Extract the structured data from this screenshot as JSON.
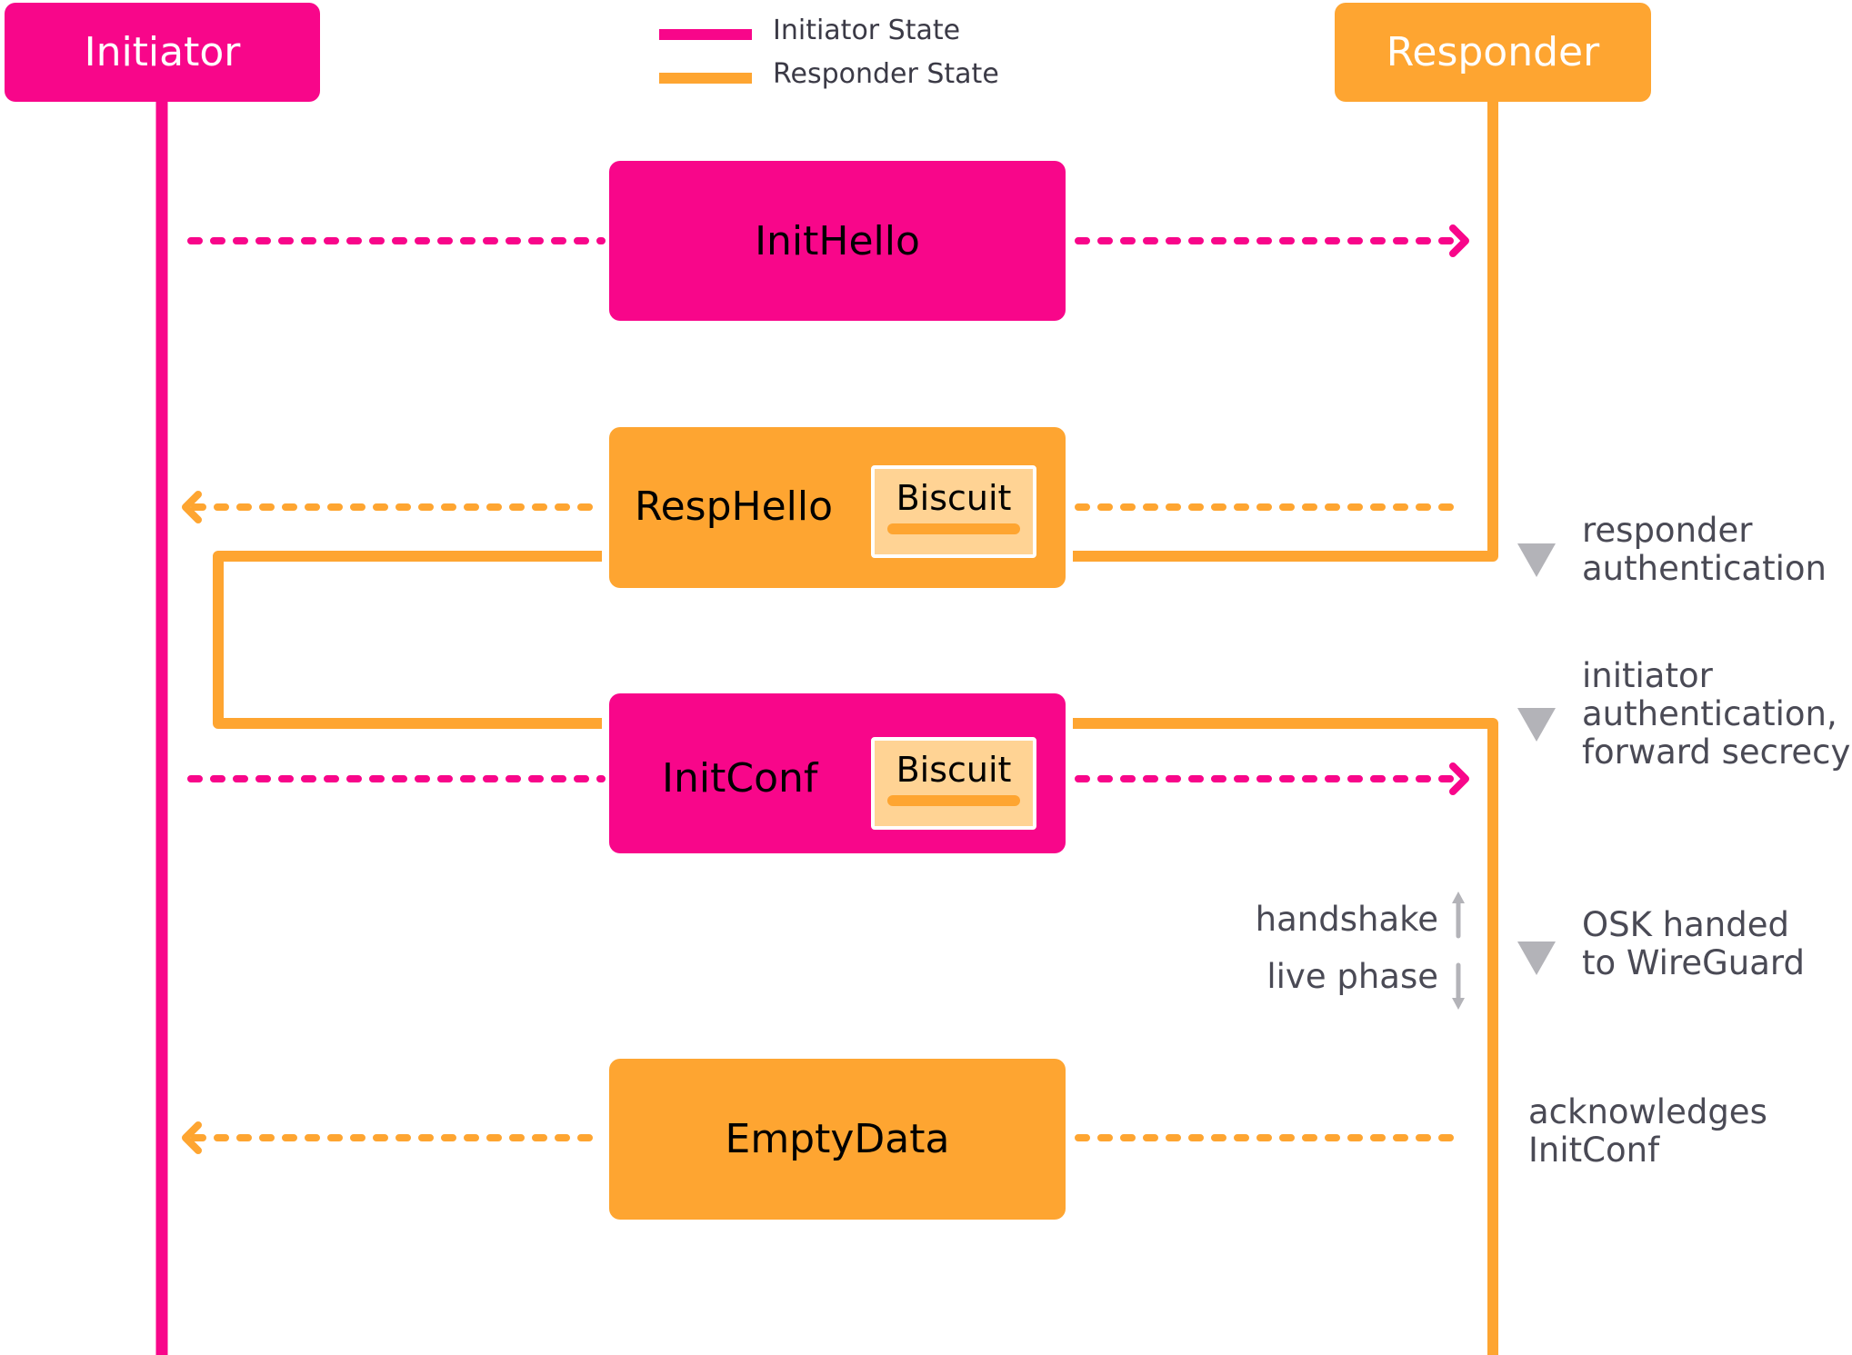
{
  "colors": {
    "initiator": "#f8068a",
    "responder": "#fea531",
    "biscuit_fill": "#ffd394",
    "note_marker": "#b3b3b8",
    "text_dark": "#3b3a46"
  },
  "actors": {
    "initiator": {
      "label": "Initiator"
    },
    "responder": {
      "label": "Responder"
    }
  },
  "legend": [
    {
      "label": "Initiator State",
      "color_key": "initiator"
    },
    {
      "label": "Responder State",
      "color_key": "responder"
    }
  ],
  "messages": [
    {
      "label": "InitHello",
      "from": "initiator",
      "to": "responder",
      "has_biscuit": false
    },
    {
      "label": "RespHello",
      "from": "responder",
      "to": "initiator",
      "has_biscuit": true,
      "biscuit_label": "Biscuit"
    },
    {
      "label": "InitConf",
      "from": "initiator",
      "to": "responder",
      "has_biscuit": true,
      "biscuit_label": "Biscuit"
    },
    {
      "label": "EmptyData",
      "from": "responder",
      "to": "initiator",
      "has_biscuit": false
    }
  ],
  "phase_divider": {
    "upper_label": "handshake",
    "lower_label": "live phase"
  },
  "notes": [
    {
      "lines": [
        "responder",
        "authentication"
      ],
      "marker": "triangle-down"
    },
    {
      "lines": [
        "initiator",
        "authentication,",
        "forward secrecy"
      ],
      "marker": "triangle-down"
    },
    {
      "lines": [
        "OSK handed",
        "to WireGuard"
      ],
      "marker": "triangle-down"
    },
    {
      "lines": [
        "acknowledges",
        "InitConf"
      ],
      "marker": "none"
    }
  ]
}
